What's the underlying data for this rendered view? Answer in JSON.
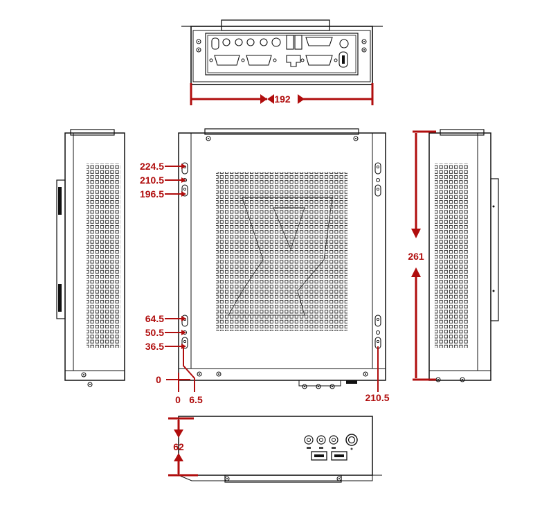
{
  "diagram": {
    "accent_color": "#b00d0d",
    "line_color": "#111111",
    "views": [
      "rear-io-view",
      "left-side-view",
      "top-view",
      "right-side-view",
      "front-view"
    ],
    "dimensions": {
      "width": "192",
      "height": "261",
      "depth": "62",
      "hole_labels_top_left": [
        "224.5",
        "210.5",
        "196.5"
      ],
      "hole_labels_bottom_left": [
        "64.5",
        "50.5",
        "36.5"
      ],
      "origin_y": "0",
      "origin_x": "0",
      "offset_x": "6.5",
      "hole_right_x": "210.5"
    },
    "icons": [
      "mounting-slot-icon",
      "usb-port-icon",
      "audio-jack-icon",
      "power-button-icon",
      "vga-port-icon",
      "ps2-port-icon"
    ]
  }
}
